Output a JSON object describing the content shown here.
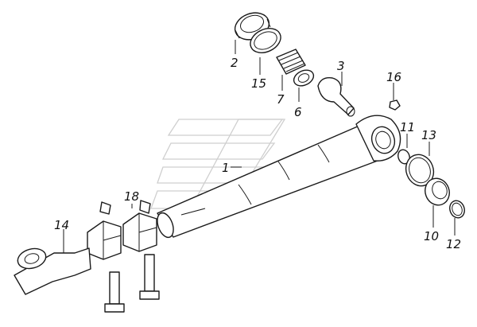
{
  "callouts": [
    {
      "id": "c1",
      "text": "1"
    },
    {
      "id": "c2",
      "text": "2"
    },
    {
      "id": "c3",
      "text": "3"
    },
    {
      "id": "c6",
      "text": "6"
    },
    {
      "id": "c7",
      "text": "7"
    },
    {
      "id": "c10",
      "text": "10"
    },
    {
      "id": "c11",
      "text": "11"
    },
    {
      "id": "c12",
      "text": "12"
    },
    {
      "id": "c13",
      "text": "13"
    },
    {
      "id": "c14",
      "text": "14"
    },
    {
      "id": "c15",
      "text": "15"
    },
    {
      "id": "c16",
      "text": "16"
    },
    {
      "id": "c18",
      "text": "18"
    }
  ]
}
